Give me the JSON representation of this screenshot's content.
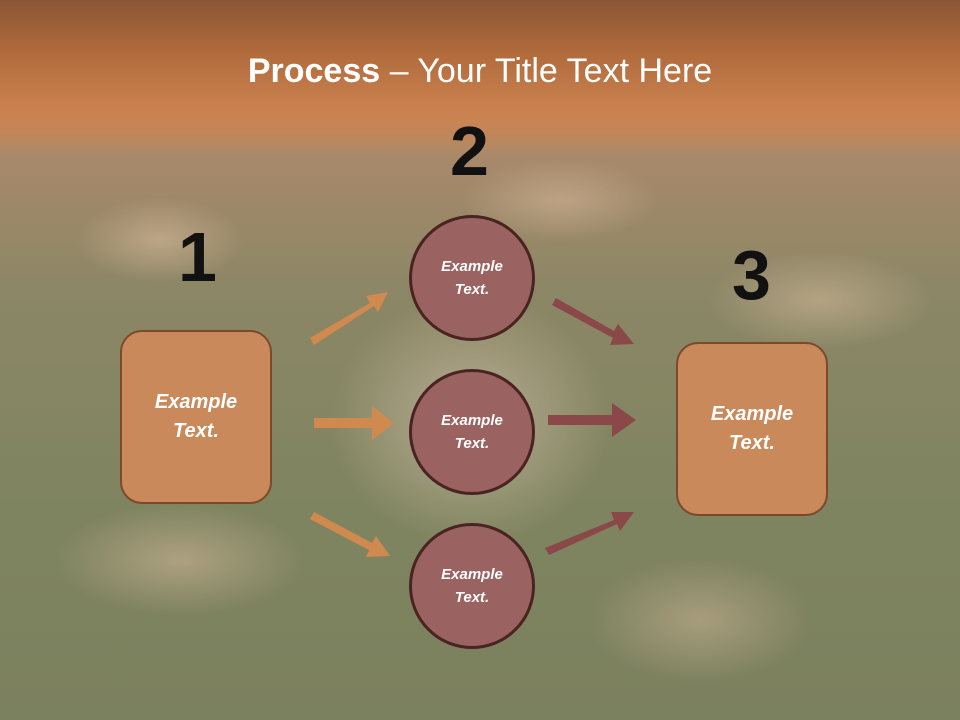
{
  "slide": {
    "title_bold": "Process",
    "title_rest": " – Your Title Text Here",
    "step_numbers": [
      "1",
      "2",
      "3"
    ],
    "left_box": {
      "line1": "Example",
      "line2": "Text."
    },
    "right_box": {
      "line1": "Example",
      "line2": "Text."
    },
    "circles": [
      {
        "line1": "Example",
        "line2": "Text."
      },
      {
        "line1": "Example",
        "line2": "Text."
      },
      {
        "line1": "Example",
        "line2": "Text."
      }
    ],
    "colors": {
      "orange_arrow": "#d08a50",
      "maroon_arrow": "#8a4848",
      "box_fill": "#c9895a",
      "circle_fill": "#9a6260"
    }
  }
}
